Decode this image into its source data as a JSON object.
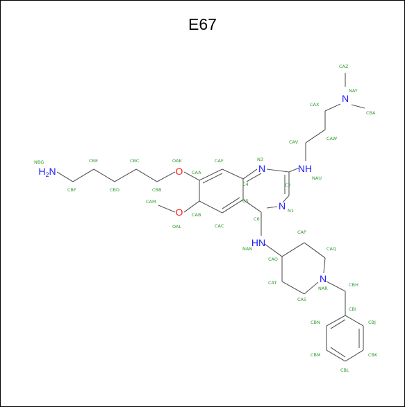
{
  "title": "E67",
  "colors": {
    "nitrogen": "#1a1aff",
    "oxygen": "#ff1a1a",
    "atom_label": "#2e9b2e",
    "bond": "#555555"
  },
  "atom_labels": {
    "CAZ": "CAZ",
    "NAY": "NAY",
    "CBA": "CBA",
    "CAX": "CAX",
    "CAW": "CAW",
    "CAV": "CAV",
    "NAU": "NAU",
    "NH_top": "NH",
    "N3": "N3",
    "N_top": "N",
    "C2": "C2",
    "C4": "C4",
    "CAF": "CAF",
    "CAA": "CAA",
    "OAK": "OAK",
    "O_top": "O",
    "NBG": "NBG",
    "NH2": "H2N",
    "CBE": "CBE",
    "CBC": "CBC",
    "CBF": "CBF",
    "CBD": "CBD",
    "CBB": "CBB",
    "CAM": "CAM",
    "O_bot": "O",
    "OAL": "OAL",
    "CAB": "CAB",
    "CAC": "CAC",
    "C5": "C5",
    "N1": "N1",
    "N_bot": "N",
    "C6": "C6",
    "NAN": "NAN",
    "NH_bot": "HN",
    "CAP": "CAP",
    "CAQ": "CAQ",
    "CAO": "CAO",
    "CAT": "CAT",
    "CAS": "CAS",
    "NAR": "NAR",
    "N_pip": "N",
    "CBH": "CBH",
    "CBI": "CBI",
    "CBJ": "CBJ",
    "CBN": "CBN",
    "CBK": "CBK",
    "CBM": "CBM",
    "CBL": "CBL",
    "N_amine": "N"
  }
}
